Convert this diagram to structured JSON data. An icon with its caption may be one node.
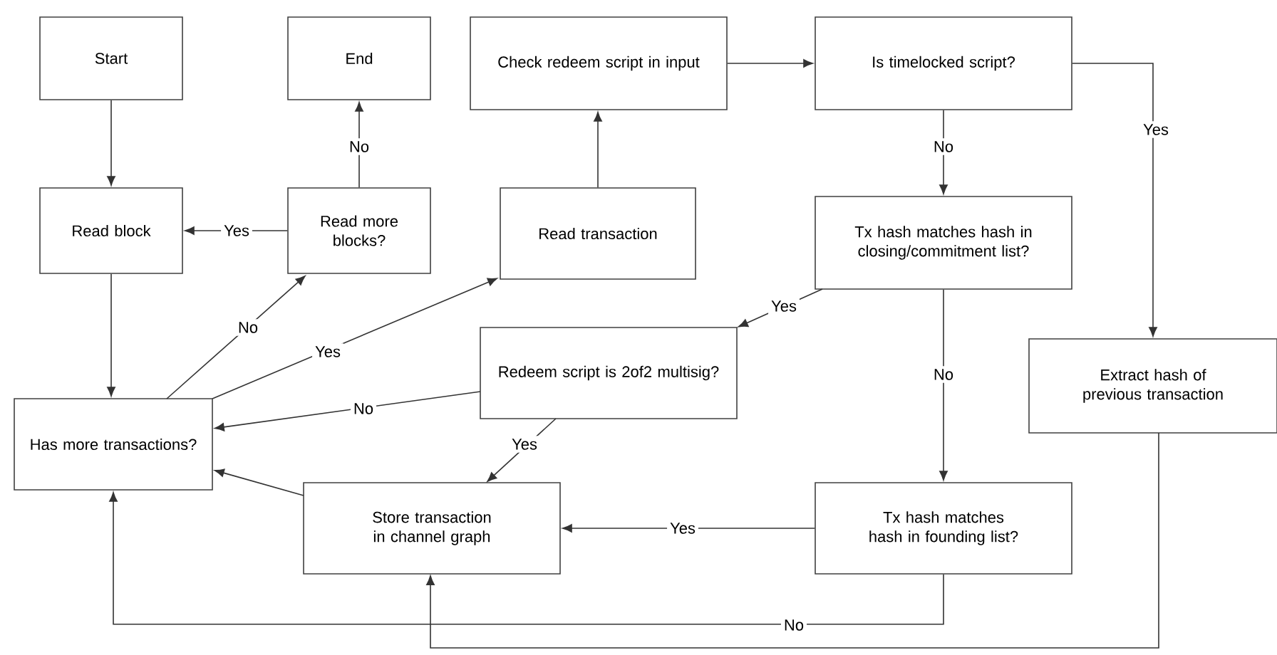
{
  "diagram": {
    "nodes": [
      {
        "text": [
          "Start"
        ]
      },
      {
        "text": [
          "End"
        ]
      },
      {
        "text": [
          "Check redeem script in input"
        ]
      },
      {
        "text": [
          "Is timelocked script?"
        ]
      },
      {
        "text": [
          "Read block"
        ]
      },
      {
        "text": [
          "Read more blocks?"
        ]
      },
      {
        "text": [
          "Read transaction"
        ]
      },
      {
        "text": [
          "Tx hash matches hash in closing/commitment list?"
        ]
      },
      {
        "text": [
          "Redeem script is 2of2 multisig?"
        ]
      },
      {
        "text": [
          "Extract hash of previous transaction"
        ]
      },
      {
        "text": [
          "Has more transactions?"
        ]
      },
      {
        "text": [
          "Store transaction in channel graph"
        ]
      },
      {
        "text": [
          "Tx hash matches hash in founding list?"
        ]
      }
    ],
    "edges": [
      {
        "from": 0,
        "to": 4,
        "arrow": "to"
      },
      {
        "from": 4,
        "to": 10,
        "arrow": "to"
      },
      {
        "from": 5,
        "to": 4,
        "arrow": "to",
        "label": "Yes"
      },
      {
        "from": 5,
        "to": 1,
        "arrow": "to",
        "label": "No"
      },
      {
        "from": 10,
        "to": 5,
        "arrow": "to",
        "label": "No"
      },
      {
        "from": 10,
        "to": 6,
        "arrow": "to",
        "label": "Yes"
      },
      {
        "from": 6,
        "to": 2,
        "arrow": "to"
      },
      {
        "from": 2,
        "to": 3,
        "arrow": "to"
      },
      {
        "from": 3,
        "to": 7,
        "arrow": "to",
        "label": "No"
      },
      {
        "from": 3,
        "to": 9,
        "arrow": "to",
        "label": "Yes"
      },
      {
        "from": 7,
        "to": 8,
        "arrow": "to",
        "label": "Yes"
      },
      {
        "from": 7,
        "to": 12,
        "arrow": "to",
        "label": "No"
      },
      {
        "from": 8,
        "to": 10,
        "arrow": "to",
        "label": "No"
      },
      {
        "from": 8,
        "to": 11,
        "arrow": "to",
        "label": "Yes"
      },
      {
        "from": 12,
        "to": 11,
        "arrow": "to",
        "label": "Yes"
      },
      {
        "from": 12,
        "to": 10,
        "arrow": "to",
        "label": "No"
      },
      {
        "from": 11,
        "to": 10,
        "arrow": "to"
      },
      {
        "from": 9,
        "to": 11,
        "arrow": "to"
      }
    ]
  }
}
